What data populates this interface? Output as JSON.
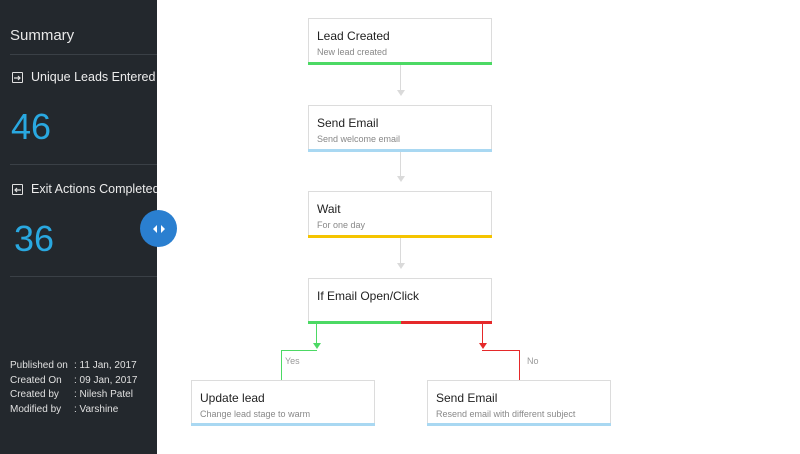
{
  "sidebar": {
    "title": "Summary",
    "stats": [
      {
        "label": "Unique Leads Entered",
        "value": "46",
        "icon": "enter-icon"
      },
      {
        "label": "Exit Actions Completed",
        "value": "36",
        "icon": "exit-icon"
      }
    ],
    "meta": [
      {
        "key": "Published on",
        "value": ": 11 Jan, 2017"
      },
      {
        "key": "Created On",
        "value": ": 09 Jan, 2017"
      },
      {
        "key": "Created by",
        "value": ": Nilesh Patel"
      },
      {
        "key": "Modified by",
        "value": ": Varshine"
      }
    ],
    "toggle_icon": "expand-collapse-icon"
  },
  "flow": {
    "nodes": [
      {
        "title": "Lead Created",
        "subtitle": "New lead created",
        "bar_color": "#4cd964"
      },
      {
        "title": "Send Email",
        "subtitle": "Send welcome email",
        "bar_color": "#a9d8f2"
      },
      {
        "title": "Wait",
        "subtitle": "For one day",
        "bar_color": "#f5c400"
      },
      {
        "title": "If Email Open/Click",
        "subtitle": "",
        "bar_color_yes": "#4cd964",
        "bar_color_no": "#e5292a"
      },
      {
        "title": "Update lead",
        "subtitle": "Change lead stage to warm",
        "bar_color": "#a9d8f2"
      },
      {
        "title": "Send Email",
        "subtitle": "Resend email with different subject",
        "bar_color": "#a9d8f2"
      }
    ],
    "branches": {
      "yes": "Yes",
      "no": "No"
    }
  },
  "colors": {
    "sidebar_bg": "#23282d",
    "accent_value": "#29a8e0",
    "toggle_bg": "#2a7fd0",
    "connector": "#dadada",
    "yes_line": "#4cd964",
    "no_line": "#e5292a"
  }
}
